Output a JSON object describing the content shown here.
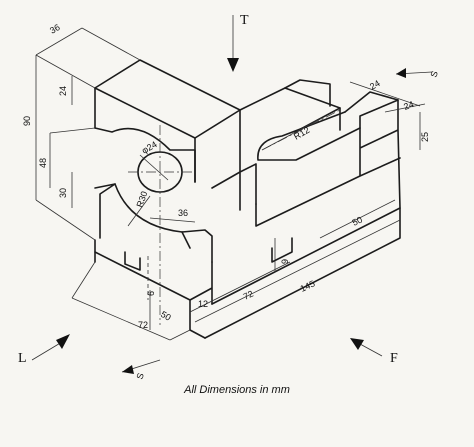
{
  "caption": "All Dimensions in mm",
  "views": {
    "top": "T",
    "left": "L",
    "front": "F",
    "section_1": "S",
    "section_2": "S"
  },
  "dimensions": {
    "d36_top": "36",
    "d24_left": "24",
    "d90": "90",
    "d48": "48",
    "d30": "30",
    "phi24": "φ24",
    "r30": "R30",
    "d36_mid": "36",
    "d6": "6",
    "d50_left": "50",
    "d72_bottom": "72",
    "d12": "12",
    "d72_mid": "72",
    "d145": "145",
    "d9": "9",
    "r12": "R12",
    "d24_right_a": "24",
    "d24_right_b": "24",
    "d25": "25",
    "d50_right": "50"
  }
}
